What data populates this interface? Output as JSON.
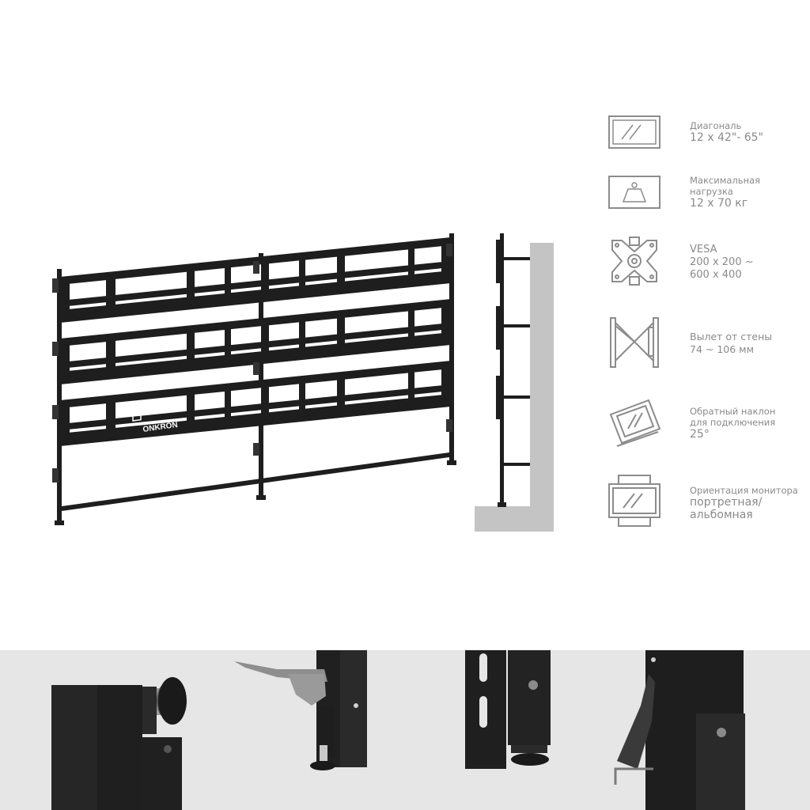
{
  "brand": {
    "logo_text": "ONKRON"
  },
  "colors": {
    "frame": "#1e1e1e",
    "wall": "#c4c4c4",
    "icon": "#8c8c8c",
    "text": "#8a8a8a",
    "strip": "#e6e6e6"
  },
  "specs": [
    {
      "icon": "screen-icon",
      "label": "Диагональ",
      "value": "12 x 42\"- 65\""
    },
    {
      "icon": "weight-icon",
      "label": "Максимальная\nнагрузка",
      "value": "12 x 70 кг"
    },
    {
      "icon": "vesa-icon",
      "label": "",
      "value": "VESA\n200 x 200 ~\n600 x 400"
    },
    {
      "icon": "extension-icon",
      "label": "",
      "value": "Вылет от стены\n74 ~ 106 мм"
    },
    {
      "icon": "tilt-icon",
      "label": "Обратный наклон\nдля подключения",
      "value": "25°"
    },
    {
      "icon": "orientation-icon",
      "label": "Ориентация монитора",
      "value": "портретная/\nальбомная"
    }
  ]
}
